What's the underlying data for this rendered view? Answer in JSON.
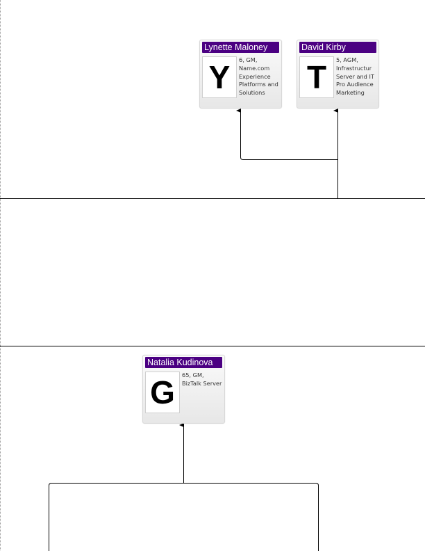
{
  "org_chart": {
    "people": [
      {
        "name": "Lynette Maloney",
        "initial": "Y",
        "details": "6, GM, Name.com Experience Platforms and Solutions"
      },
      {
        "name": "David Kirby",
        "initial": "T",
        "details": "5, AGM, Infrastructur Server and IT Pro Audience Marketing"
      },
      {
        "name": "Natalia Kudinova",
        "initial": "G",
        "details": "65, GM, BizTalk Server"
      }
    ],
    "colors": {
      "header_bg": "#4b0082",
      "header_text": "#ffffff",
      "line": "#000000"
    }
  }
}
